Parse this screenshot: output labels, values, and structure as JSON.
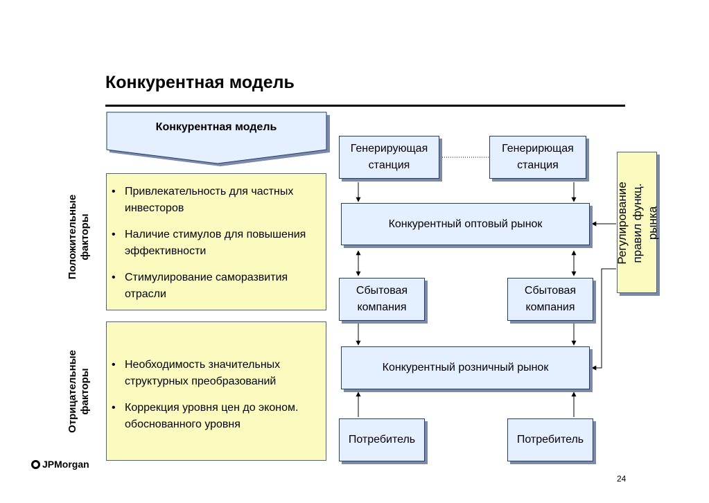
{
  "title": "Конкурентная модель",
  "chevron_label": "Конкурентная модель",
  "positive": {
    "label": "Положительные факторы",
    "items": [
      "Привлекательность для частных инвесторов",
      "Наличие стимулов для повышения эффективности",
      "Стимулирование саморазвития отрасли"
    ]
  },
  "negative": {
    "label": "Отрицательные факторы",
    "items": [
      "Необходимость значительных структурных преобразований",
      "Коррекция уровня цен до эконом. обоснованного уровня"
    ]
  },
  "diagram": {
    "gen_left": "Генерирующая станция",
    "gen_right": "Генерирющая станция",
    "wholesale": "Конкурентный оптовый рынок",
    "sales_left": "Сбытовая компания",
    "sales_right": "Сбытовая компания",
    "retail": "Конкурентный розничный рынок",
    "consumer_left": "Потребитель",
    "consumer_right": "Потребитель",
    "regulation": "Регулирование правил функц. рынка"
  },
  "logo": "JPMorgan",
  "page_number": "24",
  "colors": {
    "box_fill": "#e4efff",
    "box_border": "#1e3a78",
    "factor_fill": "#fbfbbf",
    "shadow": "#7c8aa8"
  }
}
